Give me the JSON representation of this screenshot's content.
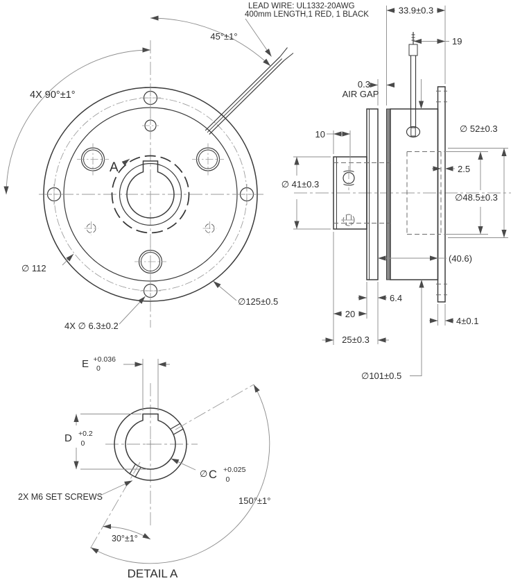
{
  "front": {
    "lead_wire_line1": "LEAD WIRE: UL1332-20AWG",
    "lead_wire_line2": "400mm LENGTH,1 RED, 1 BLACK",
    "angle_45": "45°±1°",
    "angle_90": "4X 90°±1°",
    "dia_bolt_circle": "∅ 112",
    "dia_flange": "∅125±0.5",
    "mount_holes": "4X ∅ 6.3±0.2",
    "detail_label": "A"
  },
  "side": {
    "dim_overall": "33.9±0.3",
    "dim_wire_offset": "19",
    "air_gap_value": "0.3",
    "air_gap_label": "AIR GAP",
    "dim_hub_screw": "10",
    "dia_hub": "∅ 41±0.3",
    "dia_rotor_boss": "∅ 52±0.3",
    "dim_boss_offset": "2.5",
    "dia_pilot": "∅48.5±0.3",
    "dim_ref": "(40.6)",
    "dim_armature": "6.4",
    "dim_flange_thk": "4±0.1",
    "dim_hub_len": "20",
    "dim_depth": "25±0.3",
    "dia_body": "∅101±0.5"
  },
  "detail": {
    "keyway_width_letter": "E",
    "keyway_width_upper": "+0.036",
    "keyway_width_lower": "0",
    "keyway_depth_letter": "D",
    "keyway_depth_upper": "+0.2",
    "keyway_depth_lower": "0",
    "bore_dia_symbol": "∅",
    "bore_letter": "C",
    "bore_upper": "+0.025",
    "bore_lower": "0",
    "set_screws": "2X M6 SET SCREWS",
    "angle_150": "150°±1°",
    "angle_30": "30°±1°",
    "title": "DETAIL A"
  }
}
